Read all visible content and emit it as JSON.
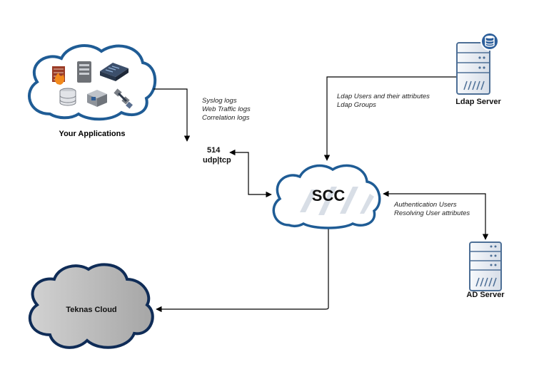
{
  "nodes": {
    "applications": {
      "label": "Your Applications",
      "icons": [
        "firewall-icon",
        "server-tower-icon",
        "network-switch-icon",
        "database-icon",
        "printer-icon",
        "satellite-icon"
      ]
    },
    "port": {
      "number": "514",
      "protocol": "udp|tcp"
    },
    "scc": {
      "label": "SCC"
    },
    "ldap": {
      "label": "Ldap Server",
      "icons": [
        "server-rack-icon",
        "database-badge-icon"
      ]
    },
    "ad": {
      "label": "AD Server",
      "icons": [
        "server-rack-icon"
      ]
    },
    "teknas": {
      "label": "Teknas Cloud"
    }
  },
  "edges": {
    "apps_to_port": {
      "lines": [
        "Syslog logs",
        "Web Traffic logs",
        "Correlation logs"
      ]
    },
    "ldap_to_scc": {
      "lines": [
        "Ldap Users and their attributes",
        "Ldap Groups"
      ]
    },
    "ad_scc": {
      "lines": [
        "Authentication Users",
        "Resolving User attributes"
      ]
    },
    "scc_to_teknas": {
      "lines": []
    }
  },
  "colors": {
    "cloud_outline": "#1f5c95",
    "cloud_fill": "#ffffff",
    "teknas_fill": "#b9b9b9",
    "teknas_outline": "#0f2c57",
    "server_body": "#f0f3f7",
    "server_outline": "#4d6f96",
    "arrow": "#000000"
  }
}
